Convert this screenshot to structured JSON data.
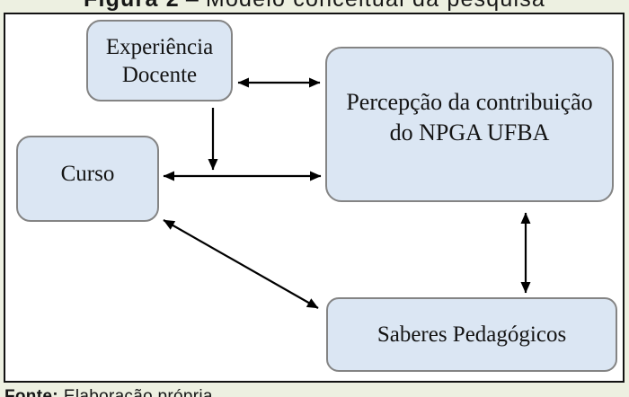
{
  "caption": {
    "label": "Figura 2",
    "dash": "–",
    "title": "Modelo conceitual da pesquisa"
  },
  "source": {
    "label": "Fonte:",
    "text": "Elaboração própria"
  },
  "diagram": {
    "nodes": {
      "experiencia": {
        "lines": [
          "Experiência",
          "Docente"
        ]
      },
      "percepcao": {
        "lines": [
          "Percepção da contribuição",
          "do NPGA UFBA"
        ]
      },
      "curso": {
        "lines": [
          "Curso"
        ]
      },
      "saberes": {
        "lines": [
          "Saberes Pedagógicos"
        ]
      }
    },
    "relations": [
      {
        "from": "Experiência Docente",
        "to": "Percepção da contribuição do NPGA UFBA",
        "arrow": "double-headed"
      },
      {
        "from": "Experiência Docente",
        "to": "Curso–Percepção link",
        "arrow": "single-headed-down"
      },
      {
        "from": "Curso",
        "to": "Percepção da contribuição do NPGA UFBA",
        "arrow": "double-headed"
      },
      {
        "from": "Curso",
        "to": "Saberes Pedagógicos",
        "arrow": "double-headed-diagonal"
      },
      {
        "from": "Percepção da contribuição do NPGA UFBA",
        "to": "Saberes Pedagógicos",
        "arrow": "double-headed"
      }
    ],
    "colors": {
      "node_fill": "#dbe6f3",
      "node_border": "#848484",
      "frame_border": "#121212",
      "page_background": "#edf0e1",
      "arrow": "#000000",
      "text": "#141414"
    }
  }
}
